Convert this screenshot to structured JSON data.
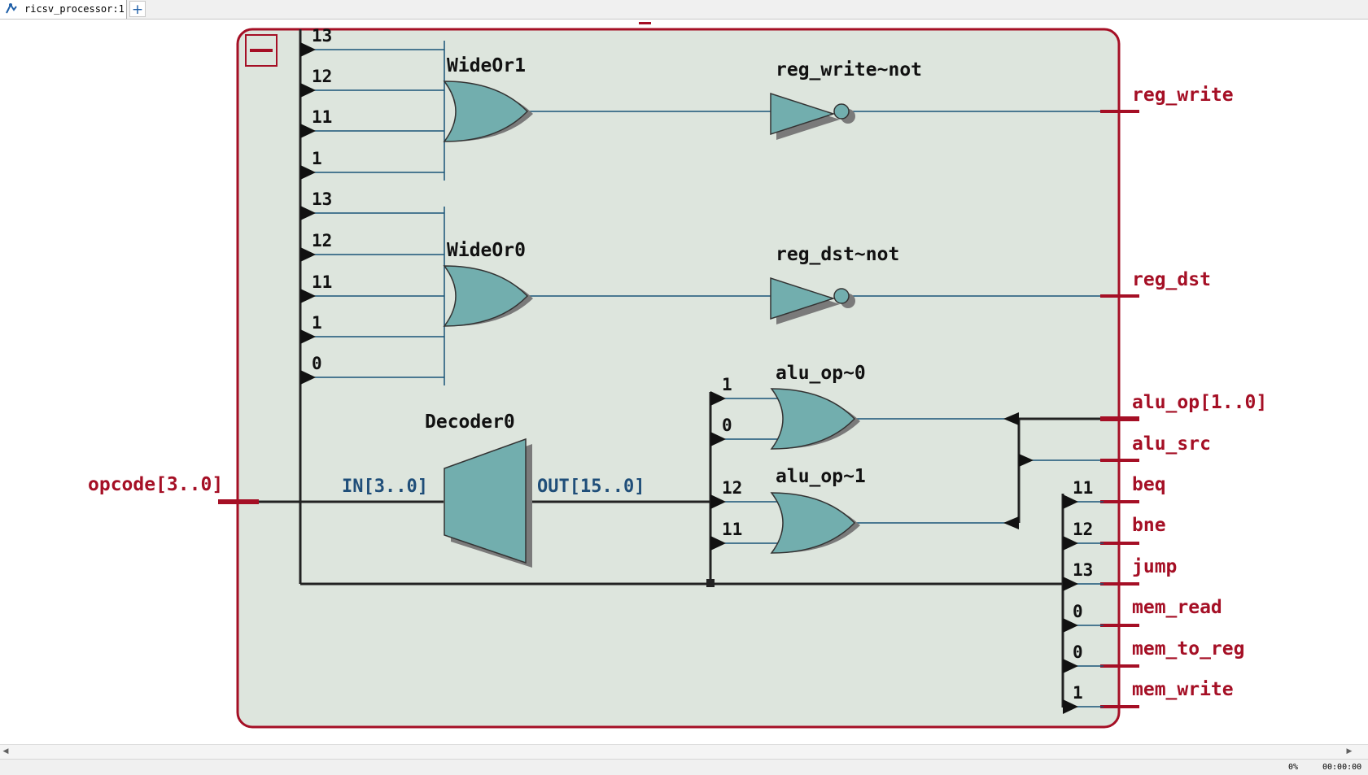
{
  "tab": {
    "label": "ricsv_processor:1",
    "add_label": "+"
  },
  "module": {
    "collapse_icon": "minus-box-icon",
    "input_port": "opcode[3..0]",
    "outputs": {
      "reg_write": "reg_write",
      "reg_dst": "reg_dst",
      "alu_op": "alu_op[1..0]",
      "alu_src": "alu_src",
      "beq": "beq",
      "bne": "bne",
      "jump": "jump",
      "mem_read": "mem_read",
      "mem_to_reg": "mem_to_reg",
      "mem_write": "mem_write"
    }
  },
  "gates": {
    "wideor1": "WideOr1",
    "wideor0": "WideOr0",
    "reg_write_not": "reg_write~not",
    "reg_dst_not": "reg_dst~not",
    "alu_op0": "alu_op~0",
    "alu_op1": "alu_op~1"
  },
  "decoder": {
    "name": "Decoder0",
    "in_port": "IN[3..0]",
    "out_port": "OUT[15..0]"
  },
  "taps": {
    "wideor1": [
      "13",
      "12",
      "11",
      "1"
    ],
    "wideor0": [
      "13",
      "12",
      "11",
      "1",
      "0"
    ],
    "alu_op0": [
      "1",
      "0"
    ],
    "alu_op1": [
      "12",
      "11"
    ],
    "outputs": [
      "11",
      "12",
      "13",
      "0",
      "0",
      "1"
    ]
  },
  "status": {
    "zoom": "0%",
    "time": "00:00:00"
  },
  "colors": {
    "gate_fill": "#72aeae",
    "port_red": "#a50f25",
    "module_bg": "#dde5dd"
  }
}
